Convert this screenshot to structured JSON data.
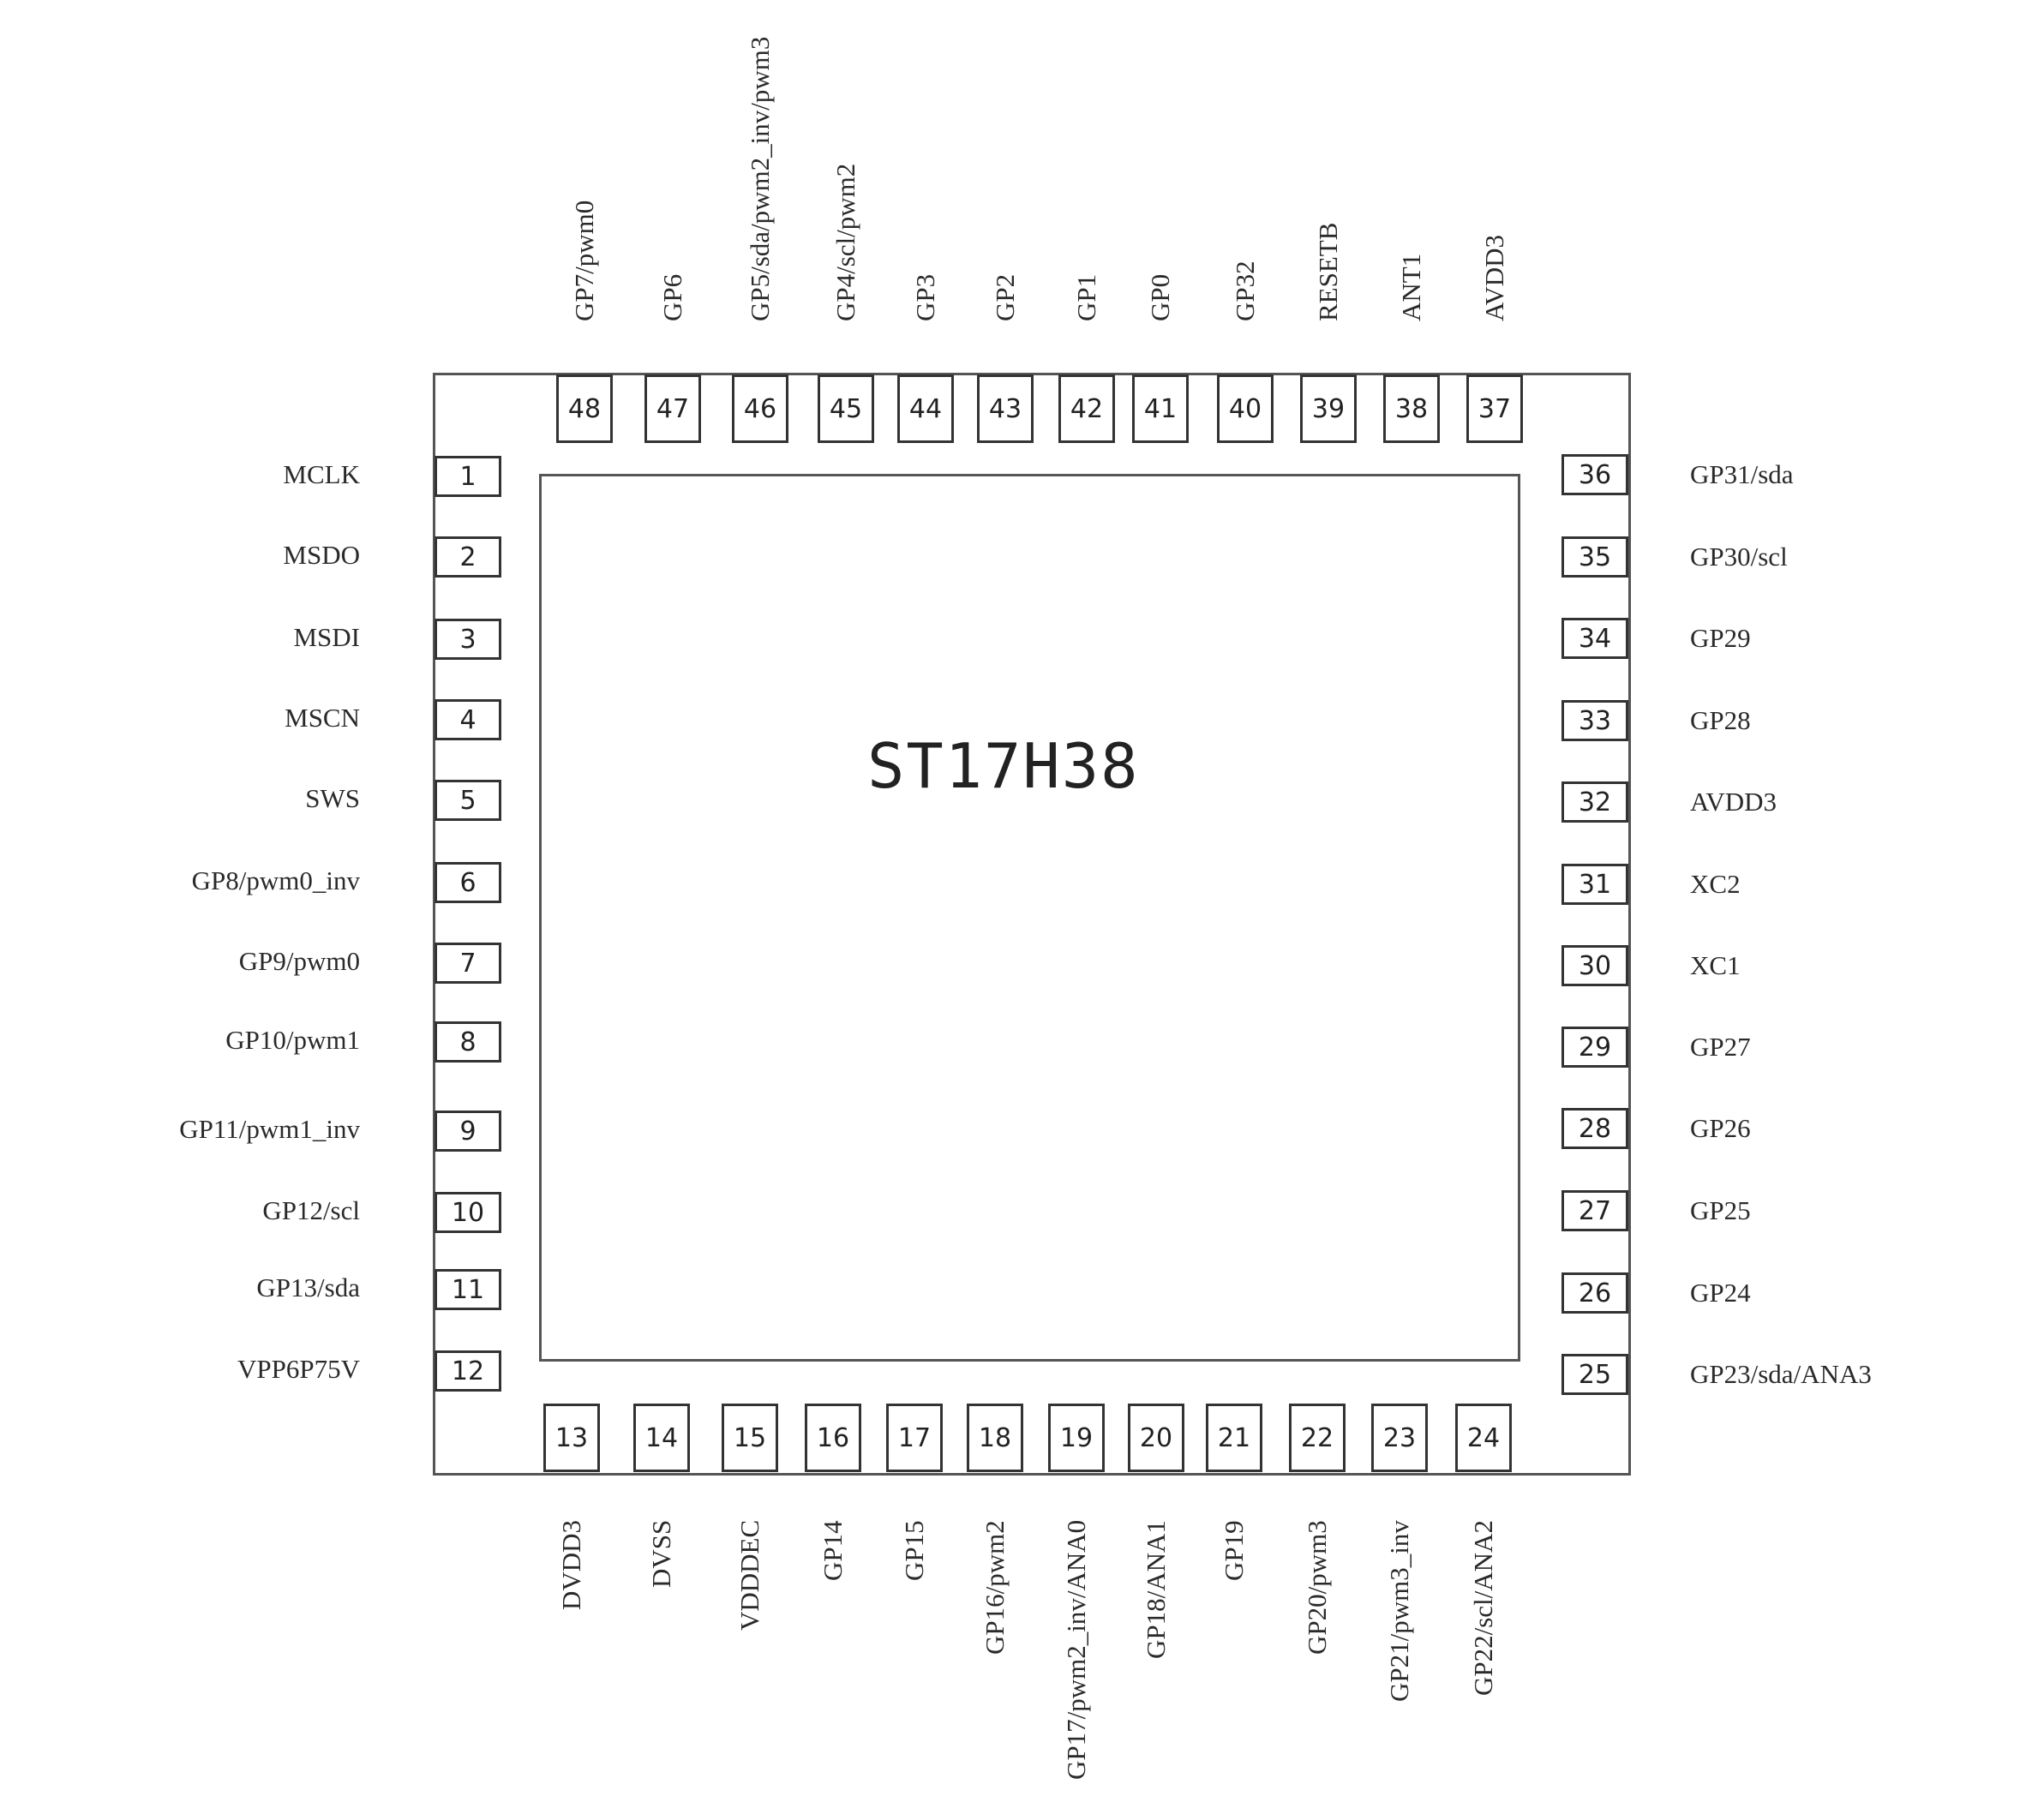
{
  "chip": {
    "title": "ST17H38",
    "pins": [
      {
        "num": "1",
        "name": "MCLK"
      },
      {
        "num": "2",
        "name": "MSDO"
      },
      {
        "num": "3",
        "name": "MSDI"
      },
      {
        "num": "4",
        "name": "MSCN"
      },
      {
        "num": "5",
        "name": "SWS"
      },
      {
        "num": "6",
        "name": "GP8/pwm0_inv"
      },
      {
        "num": "7",
        "name": "GP9/pwm0"
      },
      {
        "num": "8",
        "name": "GP10/pwm1"
      },
      {
        "num": "9",
        "name": "GP11/pwm1_inv"
      },
      {
        "num": "10",
        "name": "GP12/scl"
      },
      {
        "num": "11",
        "name": "GP13/sda"
      },
      {
        "num": "12",
        "name": "VPP6P75V"
      },
      {
        "num": "13",
        "name": "DVDD3"
      },
      {
        "num": "14",
        "name": "DVSS"
      },
      {
        "num": "15",
        "name": "VDDDEC"
      },
      {
        "num": "16",
        "name": "GP14"
      },
      {
        "num": "17",
        "name": "GP15"
      },
      {
        "num": "18",
        "name": "GP16/pwm2"
      },
      {
        "num": "19",
        "name": "GP17/pwm2_inv/ANA0"
      },
      {
        "num": "20",
        "name": "GP18/ANA1"
      },
      {
        "num": "21",
        "name": "GP19"
      },
      {
        "num": "22",
        "name": "GP20/pwm3"
      },
      {
        "num": "23",
        "name": "GP21/pwm3_inv"
      },
      {
        "num": "24",
        "name": "GP22/scl/ANA2"
      },
      {
        "num": "25",
        "name": "GP23/sda/ANA3"
      },
      {
        "num": "26",
        "name": "GP24"
      },
      {
        "num": "27",
        "name": "GP25"
      },
      {
        "num": "28",
        "name": "GP26"
      },
      {
        "num": "29",
        "name": "GP27"
      },
      {
        "num": "30",
        "name": "XC1"
      },
      {
        "num": "31",
        "name": "XC2"
      },
      {
        "num": "32",
        "name": "AVDD3"
      },
      {
        "num": "33",
        "name": "GP28"
      },
      {
        "num": "34",
        "name": "GP29"
      },
      {
        "num": "35",
        "name": "GP30/scl"
      },
      {
        "num": "36",
        "name": "GP31/sda"
      },
      {
        "num": "37",
        "name": "AVDD3"
      },
      {
        "num": "38",
        "name": "ANT1"
      },
      {
        "num": "39",
        "name": "RESETB"
      },
      {
        "num": "40",
        "name": "GP32"
      },
      {
        "num": "41",
        "name": "GP0"
      },
      {
        "num": "42",
        "name": "GP1"
      },
      {
        "num": "43",
        "name": "GP2"
      },
      {
        "num": "44",
        "name": "GP3"
      },
      {
        "num": "45",
        "name": "GP4/scl/pwm2"
      },
      {
        "num": "46",
        "name": "GP5/sda/pwm2_inv/pwm3"
      },
      {
        "num": "47",
        "name": "GP6"
      },
      {
        "num": "48",
        "name": "GP7/pwm0"
      }
    ]
  }
}
